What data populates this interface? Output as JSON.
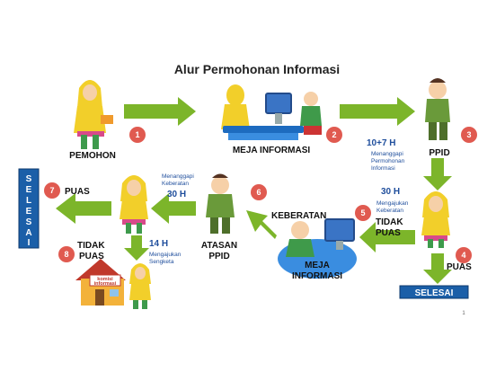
{
  "title": "Alur Permohonan Informasi",
  "actors": {
    "pemohon": "PEMOHON",
    "meja_informasi_top": "MEJA INFORMASI",
    "ppid": "PPID",
    "atasan_ppid_line1": "ATASAN",
    "atasan_ppid_line2": "PPID",
    "meja_informasi_bottom_line1": "MEJA",
    "meja_informasi_bottom_line2": "INFORMASI"
  },
  "steps": [
    "1",
    "2",
    "3",
    "4",
    "5",
    "6",
    "7",
    "8"
  ],
  "notes": {
    "ppid_time": "10+7 H",
    "ppid_desc": [
      "Menanggapi",
      "Permohonan",
      "Informasi"
    ],
    "keberatan_time": "30 H",
    "keberatan_desc": [
      "Mengajukan",
      "Keberatan"
    ],
    "tidak_puas_right": [
      "TIDAK",
      "PUAS"
    ],
    "puas_right": "PUAS",
    "keberatan_label": "KEBERATAN",
    "atasan_desc": [
      "Menanggapi",
      "Keberatan"
    ],
    "atasan_time": "30 H",
    "puas_left": "PUAS",
    "tidak_puas_left": [
      "TIDAK",
      "PUAS"
    ],
    "sengketa_time": "14 H",
    "sengketa_desc": [
      "Mengajukan",
      "Sengketa"
    ],
    "komisi_sign": [
      "komisi",
      "informasi"
    ]
  },
  "selesai_vertical": [
    "S",
    "E",
    "L",
    "E",
    "S",
    "A",
    "I"
  ],
  "selesai_horizontal": "SELESAI",
  "page_number": "1",
  "colors": {
    "arrow": "#7cb52a",
    "step_circle": "#e05a50",
    "box_blue": "#1b5fa8",
    "note_blue": "#1f4e9c"
  }
}
